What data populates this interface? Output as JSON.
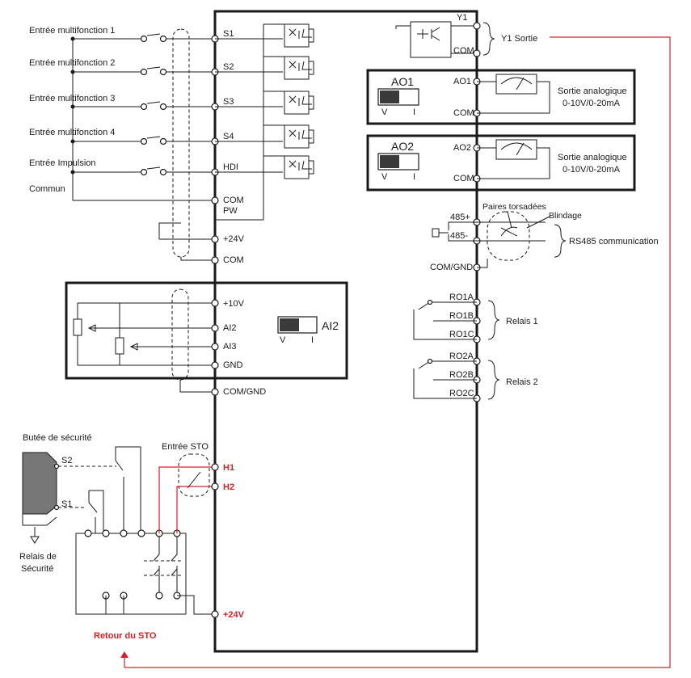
{
  "inputs": {
    "labels": [
      "Entrée multifonction 1",
      "Entrée multifonction 2",
      "Entrée multifonction 3",
      "Entrée multifonction 4",
      "Entrée Impulsion"
    ],
    "terminals": [
      "S1",
      "S2",
      "S3",
      "S4",
      "HDI"
    ],
    "common_label": "Commun",
    "com_terminal": "COM",
    "pw_terminal": "PW",
    "p24_terminal": "+24V",
    "com2_terminal": "COM"
  },
  "analog_in": {
    "terminals": [
      "+10V",
      "AI2",
      "AI3",
      "GND"
    ],
    "switch_label": "AI2",
    "switch_v": "V",
    "switch_i": "I",
    "comgnd_terminal": "COM/GND"
  },
  "outputs": {
    "y1_terminal": "Y1",
    "y1_com": "COM",
    "y1_label": "Y1 Sortie",
    "ao1": {
      "title": "AO1",
      "terminal": "AO1",
      "com": "COM",
      "label1": "Sortie analogique",
      "label2": "0-10V/0-20mA",
      "v": "V",
      "i": "I"
    },
    "ao2": {
      "title": "AO2",
      "terminal": "AO2",
      "com": "COM",
      "label1": "Sortie analogique",
      "label2": "0-10V/0-20mA",
      "v": "V",
      "i": "I"
    },
    "rs485": {
      "plus": "485+",
      "minus": "485-",
      "comgnd": "COM/GND",
      "twisted": "Paires torsadées",
      "shield": "Blindage",
      "label": "RS485 communication"
    },
    "relay1": {
      "terminals": [
        "RO1A",
        "RO1B",
        "RO1C"
      ],
      "label": "Relais 1"
    },
    "relay2": {
      "terminals": [
        "RO2A",
        "RO2B",
        "RO2C"
      ],
      "label": "Relais 2"
    }
  },
  "sto": {
    "stop_label": "Butée de sécurité",
    "s2": "S2",
    "s1": "S1",
    "safety_relay_line1": "Relais de",
    "safety_relay_line2": "Sécurité",
    "input_label": "Entrée STO",
    "h1": "H1",
    "h2": "H2",
    "p24": "+24V",
    "feedback_label": "Retour du STO"
  },
  "colors": {
    "sto_red": "#d0202a",
    "line": "#1a1a1a",
    "switch_dark": "#3a3a3a",
    "stop_body": "#777777"
  }
}
